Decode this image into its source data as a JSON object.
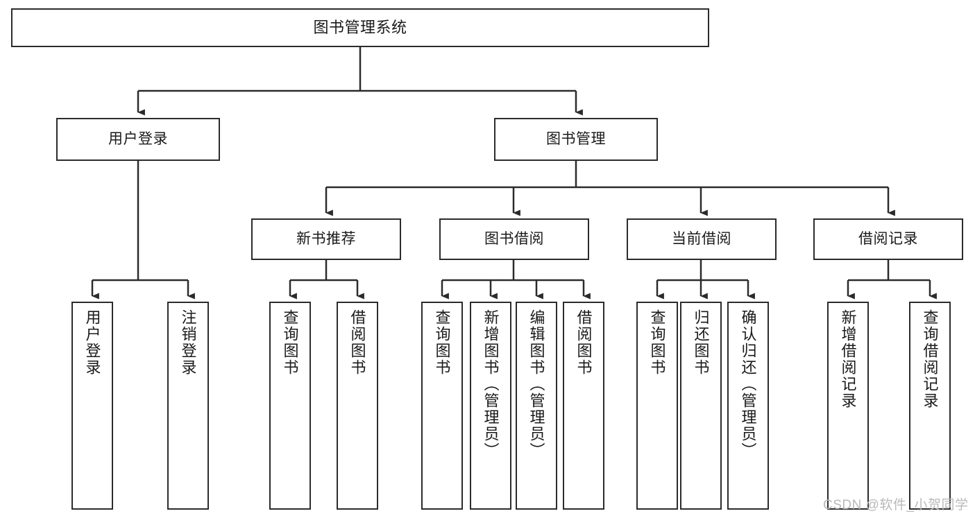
{
  "diagram": {
    "title": "图书管理系统",
    "type": "tree",
    "watermark": "CSDN @软件_小贺同学",
    "colors": {
      "stroke": "#2b2b2b",
      "fill": "#ffffff",
      "text": "#1a1a1a",
      "watermark": "#b9b9b9"
    },
    "nodes": {
      "root": {
        "label": "图书管理系统"
      },
      "level2": [
        {
          "id": "user-login",
          "label": "用户登录"
        },
        {
          "id": "book-management",
          "label": "图书管理"
        }
      ],
      "level3": [
        {
          "id": "new-book-recommend",
          "label": "新书推荐"
        },
        {
          "id": "book-borrow",
          "label": "图书借阅"
        },
        {
          "id": "current-borrow",
          "label": "当前借阅"
        },
        {
          "id": "borrow-record",
          "label": "借阅记录"
        }
      ],
      "leaves": {
        "user-login": [
          {
            "id": "leaf-user-login",
            "label": "用户登录"
          },
          {
            "id": "leaf-logout-login",
            "label": "注销登录"
          }
        ],
        "new-book-recommend": [
          {
            "id": "leaf-query-book-1",
            "label": "查询图书"
          },
          {
            "id": "leaf-borrow-book-1",
            "label": "借阅图书"
          }
        ],
        "book-borrow": [
          {
            "id": "leaf-query-book-2",
            "label": "查询图书"
          },
          {
            "id": "leaf-add-book",
            "label": "新增图书（管理员）"
          },
          {
            "id": "leaf-edit-book",
            "label": "编辑图书（管理员）"
          },
          {
            "id": "leaf-borrow-book-2",
            "label": "借阅图书"
          }
        ],
        "current-borrow": [
          {
            "id": "leaf-query-book-3",
            "label": "查询图书"
          },
          {
            "id": "leaf-return-book",
            "label": "归还图书"
          },
          {
            "id": "leaf-confirm-return",
            "label": "确认归还（管理员）"
          }
        ],
        "borrow-record": [
          {
            "id": "leaf-add-record",
            "label": "新增借阅记录"
          },
          {
            "id": "leaf-query-record",
            "label": "查询借阅记录"
          }
        ]
      }
    }
  }
}
